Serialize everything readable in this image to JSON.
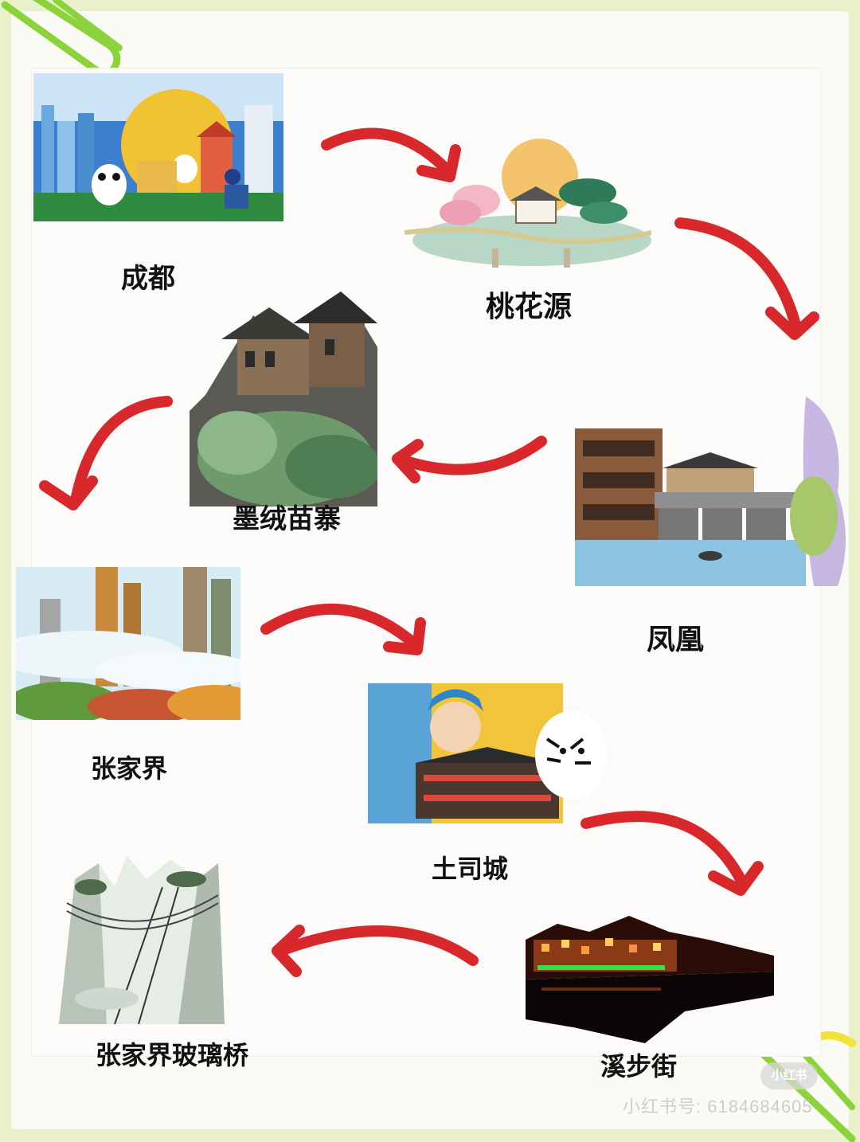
{
  "colors": {
    "background": "#e8f1c9",
    "arrow": "#d8282b",
    "clip": "#8bd33a"
  },
  "stops": [
    {
      "id": "chengdu",
      "label": "成都",
      "icon": "city-illustration-icon"
    },
    {
      "id": "taohuayuan",
      "label": "桃花源",
      "icon": "garden-illustration-icon"
    },
    {
      "id": "fenghuang",
      "label": "凤凰",
      "icon": "bridge-town-illustration-icon"
    },
    {
      "id": "morong",
      "label": "墨绒苗寨",
      "icon": "village-illustration-icon"
    },
    {
      "id": "zhangjiajie",
      "label": "张家界",
      "icon": "mountain-illustration-icon"
    },
    {
      "id": "tusicheng",
      "label": "土司城",
      "icon": "tusi-city-illustration-icon"
    },
    {
      "id": "xibujie",
      "label": "溪步街",
      "icon": "night-street-illustration-icon"
    },
    {
      "id": "glassbridge",
      "label": "张家界玻璃桥",
      "icon": "glass-bridge-illustration-icon"
    }
  ],
  "watermark": {
    "text": "小红书号: 6184684605",
    "badge": "小红书"
  }
}
